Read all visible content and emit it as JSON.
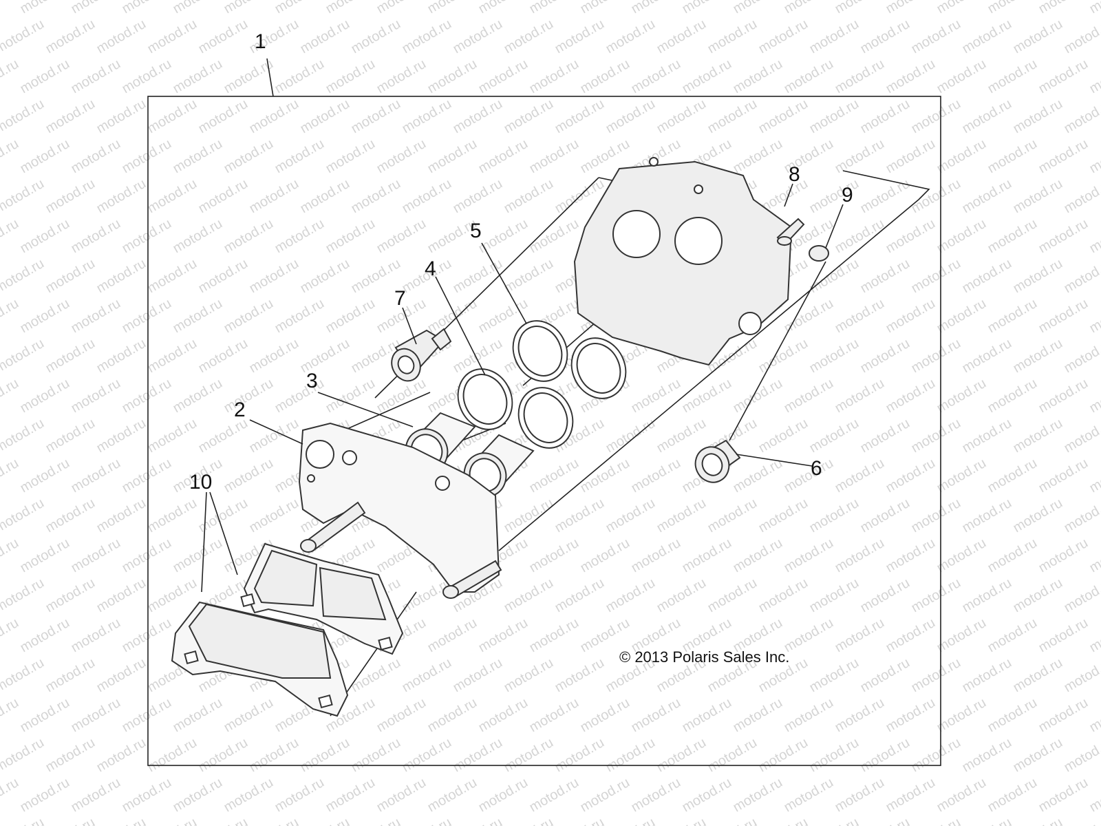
{
  "watermark": "motod.ru",
  "copyright": "© 2013 Polaris Sales Inc.",
  "callouts": [
    {
      "id": "1",
      "label": "1"
    },
    {
      "id": "2",
      "label": "2"
    },
    {
      "id": "3",
      "label": "3"
    },
    {
      "id": "4",
      "label": "4"
    },
    {
      "id": "5",
      "label": "5"
    },
    {
      "id": "6",
      "label": "6"
    },
    {
      "id": "7",
      "label": "7"
    },
    {
      "id": "8",
      "label": "8"
    },
    {
      "id": "9",
      "label": "9"
    },
    {
      "id": "10",
      "label": "10"
    }
  ],
  "colors": {
    "line": "#222222",
    "watermark": "#d4d4d4",
    "background": "#ffffff"
  }
}
